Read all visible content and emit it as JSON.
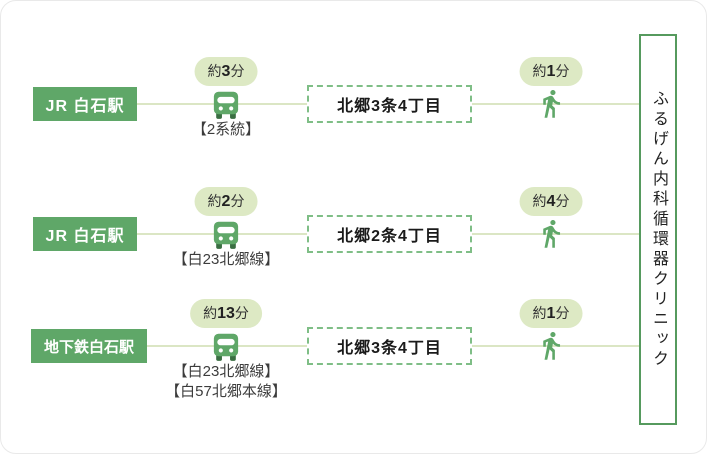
{
  "clinic": {
    "name": "ふるげん内科循環器クリニック"
  },
  "rows": [
    {
      "station": "JR 白石駅",
      "bus_time": {
        "prefix": "約",
        "num": "3",
        "suffix": "分"
      },
      "bus_routes": [
        "【2系統】"
      ],
      "stop": "北郷3条4丁目",
      "walk_time": {
        "prefix": "約",
        "num": "1",
        "suffix": "分"
      }
    },
    {
      "station": "JR 白石駅",
      "bus_time": {
        "prefix": "約",
        "num": "2",
        "suffix": "分"
      },
      "bus_routes": [
        "【白23北郷線】"
      ],
      "stop": "北郷2条4丁目",
      "walk_time": {
        "prefix": "約",
        "num": "4",
        "suffix": "分"
      }
    },
    {
      "station": "地下鉄白石駅",
      "bus_time": {
        "prefix": "約",
        "num": "13",
        "suffix": "分"
      },
      "bus_routes": [
        "【白23北郷線】",
        "【白57北郷本線】"
      ],
      "stop": "北郷3条4丁目",
      "walk_time": {
        "prefix": "約",
        "num": "1",
        "suffix": "分"
      }
    }
  ],
  "colors": {
    "green": "#5fa768",
    "badge-bg": "#dde9c4",
    "line": "#dbe6c4",
    "dashed": "#7fbe86",
    "clinic-border": "#569a5e",
    "wheel": "#3a6e42"
  }
}
